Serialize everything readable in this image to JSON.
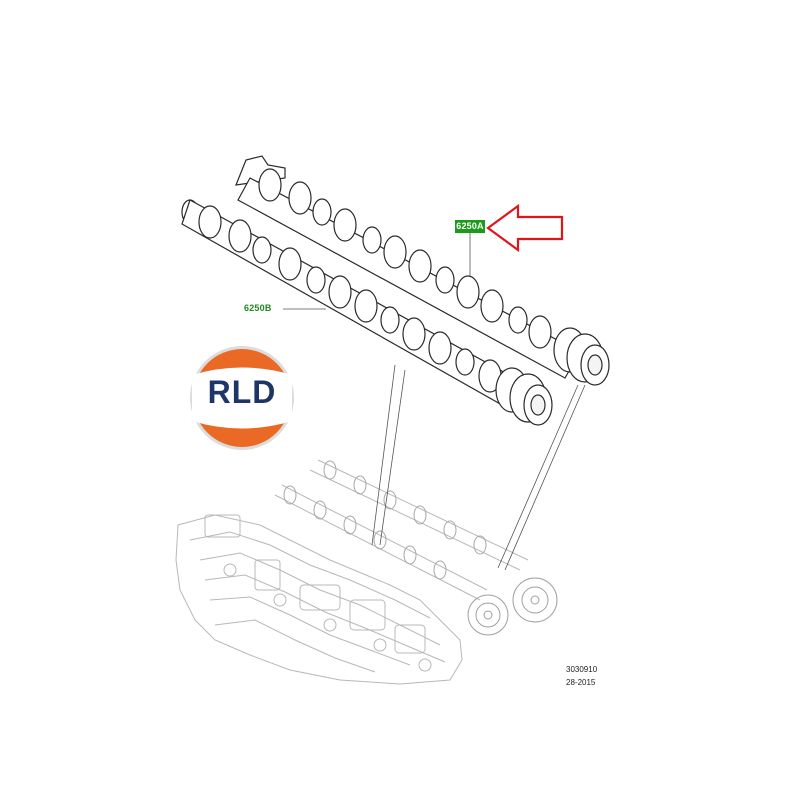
{
  "callouts": {
    "part_a": "6250A",
    "part_b": "6250B"
  },
  "logo": {
    "text": "RLD",
    "colors": {
      "orange": "#ea6a25",
      "navy": "#1d3567",
      "silver": "#dcdcdc"
    }
  },
  "reference": {
    "number": "3030910",
    "date": "28-2015"
  },
  "arrow": {
    "color": "#e0161b",
    "direction": "left",
    "target": "part_a"
  },
  "colors": {
    "callout_green": "#1c9a1c",
    "line": "#2a2a2a",
    "ghost_line": "#b0b0b0"
  }
}
